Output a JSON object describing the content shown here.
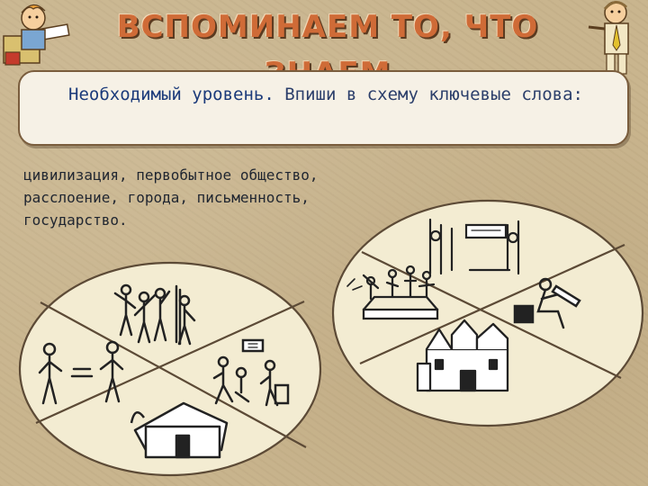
{
  "slide": {
    "title": "ВСПОМИНАЕМ ТО, ЧТО ЗНАЕМ",
    "task_level": "Необходимый уровень.",
    "task_text": " Впиши в схему ключевые слова:",
    "keywords": "цивилизация, первобытное общество, расслоение, города, письменность, государство.",
    "diagram_left": {
      "label": "first-society-scheme"
    },
    "diagram_right": {
      "label": "civilization-scheme"
    }
  },
  "colors": {
    "title": "#cf6b37",
    "ellipse_fill": "#f3ecd2",
    "stroke": "#5c4a36"
  }
}
